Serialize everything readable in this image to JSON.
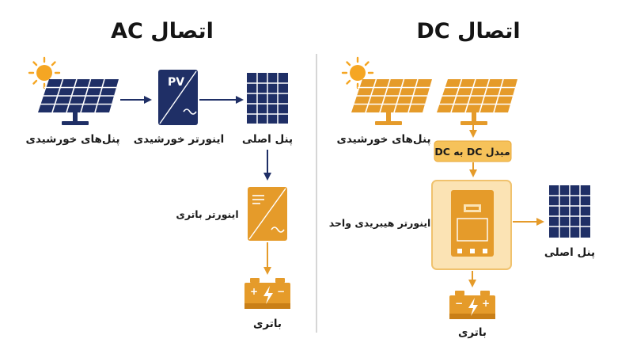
{
  "colors": {
    "navy": "#1f2f66",
    "navy_cell": "#2c3f86",
    "gold": "#e59b2a",
    "gold_light": "#f6c25a",
    "gold_panel_bg": "#fbe3b4",
    "sun": "#f5a623"
  },
  "ac_side": {
    "title": "اتصال AC",
    "solar_panels_label": "پنل‌های خورشیدی",
    "solar_inverter_label": "اینورتر خورشیدی",
    "solar_inverter_badge": "PV",
    "main_panel_label": "پنل اصلی",
    "battery_inverter_label": "اینورتر باتری",
    "battery_label": "باتری"
  },
  "dc_side": {
    "title": "اتصال DC",
    "solar_panels_label": "پنل‌های خورشیدی",
    "converter_label": "مبدل DC به DC",
    "hybrid_inverter_label": "اینورتر هیبریدی واحد",
    "main_panel_label": "پنل اصلی",
    "battery_label": "باتری"
  },
  "icons": [
    "sun-icon",
    "solar-panel-icon",
    "inverter-icon",
    "electric-panel-icon",
    "battery-icon",
    "arrow-icon"
  ]
}
